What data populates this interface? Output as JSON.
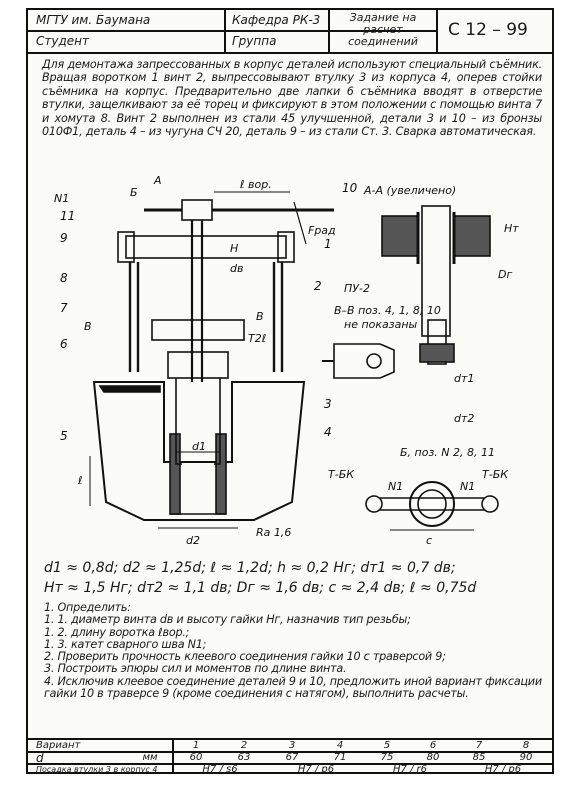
{
  "header": {
    "university": "МГТУ им. Баумана",
    "department": "Кафедра РК-3",
    "task_title": "Задание на расчет соединений",
    "code": "С 12 – 99",
    "student_label": "Студент",
    "group_label": "Группа"
  },
  "description": "Для демонтажа запрессованных в корпус деталей используют специальный съёмник. Вращая воротком 1 винт 2, выпрессовывают втулку 3 из корпуса 4, оперев стойки съёмника на корпус. Предварительно две лапки 6 съёмника вводят в отверстие втулки, защелкивают за её торец и фиксируют в этом положении с помощью винта 7 и хомута 8. Винт 2 выполнен из стали 45 улучшенной, детали 3 и 10 – из бронзы 010Ф1, деталь 4 – из чугуна СЧ 20, деталь 9 – из стали Ст. 3. Сварка автоматическая.",
  "figure": {
    "labels": {
      "n1": "N1",
      "b_arrow": "Б",
      "a_arrow": "А",
      "l_vor": "ℓ вор.",
      "f_rad": "Fрад",
      "d_s": "dв",
      "h_label": "H",
      "p1": "1",
      "p2": "2",
      "p3": "3",
      "p4": "4",
      "p5": "5",
      "p6": "6",
      "p7": "7",
      "p8": "8",
      "p9": "9",
      "p10": "10",
      "p11": "11",
      "b_left": "В",
      "b_right": "В",
      "t2l": "Т2ℓ",
      "d1": "d1",
      "d2": "d2",
      "l": "ℓ",
      "ra": "Ra 1,6",
      "section_a": "А-А (увеличено)",
      "pu2": "ПУ-2",
      "d_g": "Dг",
      "ht": "Hт",
      "dt1": "dт1",
      "dt2": "dт2",
      "section_b": "В–В поз. 4, 1, 8, 10",
      "not_shown": "не показаны",
      "view_b": "Б, поз. N 2, 8, 11",
      "tbk_left": "Т-БК",
      "tbk_right": "Т-БК",
      "n1_left": "N1",
      "n1_right": "N1",
      "c_label": "c"
    }
  },
  "formulas": {
    "line1": "d1 ≈ 0,8d;  d2 ≈ 1,25d;  ℓ ≈ 1,2d;  h ≈ 0,2 Hг;  dт1 ≈ 0,7 dв;",
    "line2": "Hт ≈ 1,5 Hг;  dт2 ≈ 1,1 dв;  Dг ≈ 1,6 dв;  c ≈ 2,4 dв;  ℓ ≈ 0,75d"
  },
  "tasks": [
    "1. Определить:",
    "1. 1. диаметр винта dв и высоту гайки Hг, назначив тип резьбы;",
    "1. 2. длину воротка ℓвор.;",
    "1. 3. катет сварного шва N1;",
    "2. Проверить прочность клеевого соединения гайки 10 с траверсой 9;",
    "3. Построить эпюры сил и моментов по длине винта.",
    "4. Исключив клеевое соединение деталей 9 и 10, предложить иной вариант фиксации гайки 10 в траверсе 9 (кроме соединения с натягом), выполнить расчеты."
  ],
  "table": {
    "variant_label": "Вариант",
    "d_label": "d",
    "unit": "мм",
    "fit_label": "Посадка втулки 3 в корпус 4",
    "variants": [
      "1",
      "2",
      "3",
      "4",
      "5",
      "6",
      "7",
      "8"
    ],
    "d_values": [
      "60",
      "63",
      "67",
      "71",
      "75",
      "80",
      "85",
      "90"
    ],
    "fits": [
      "H7 / s6",
      "H7 / p6",
      "H7 / r6",
      "H7 / p6"
    ]
  },
  "colors": {
    "ink": "#111111",
    "paper": "#fbfbf8"
  }
}
